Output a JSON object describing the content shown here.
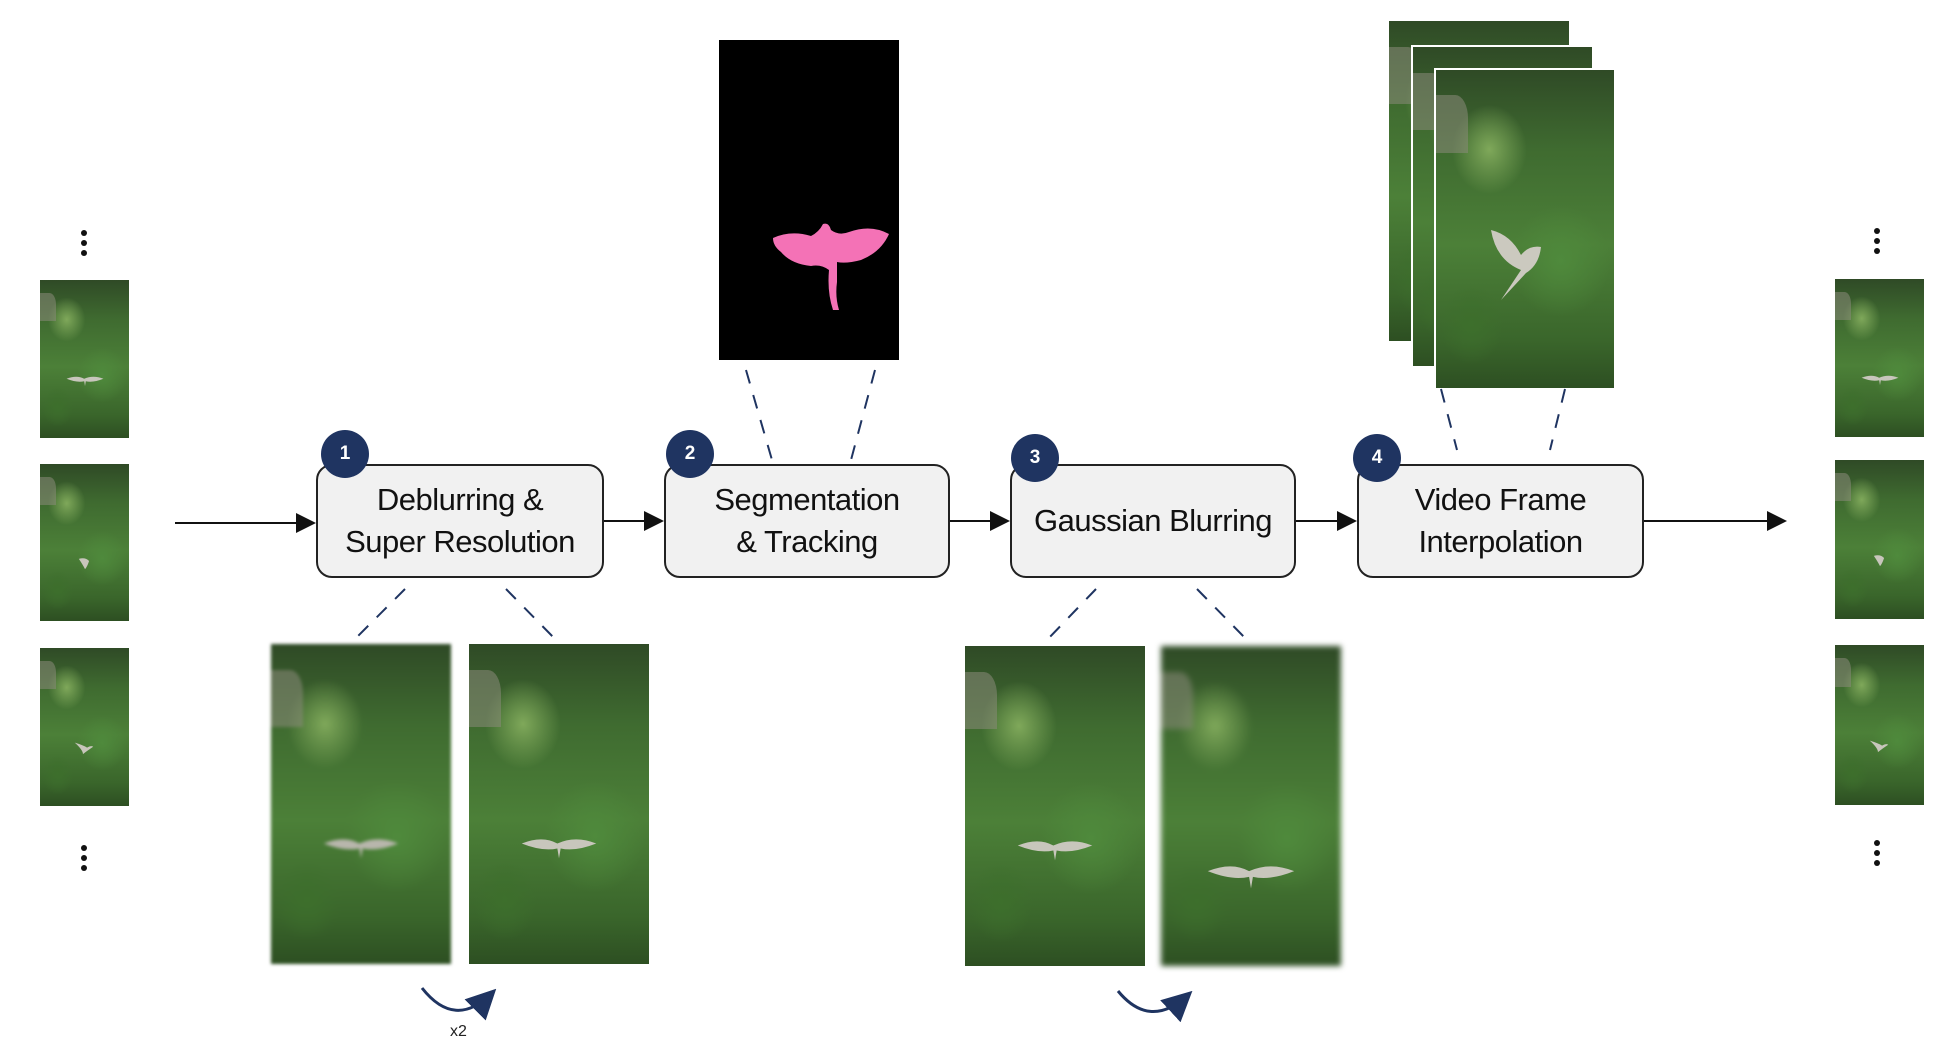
{
  "steps": [
    {
      "number": "1",
      "line1": "Deblurring &",
      "line2": "Super Resolution"
    },
    {
      "number": "2",
      "line1": "Segmentation",
      "line2": "& Tracking"
    },
    {
      "number": "3",
      "line1": "Gaussian Blurring",
      "line2": ""
    },
    {
      "number": "4",
      "line1": "Video Frame",
      "line2": "Interpolation"
    }
  ],
  "upscale_label": "x2",
  "colors": {
    "badge": "#1f3461",
    "mask": "#f472b6",
    "dash": "#1f3461"
  }
}
